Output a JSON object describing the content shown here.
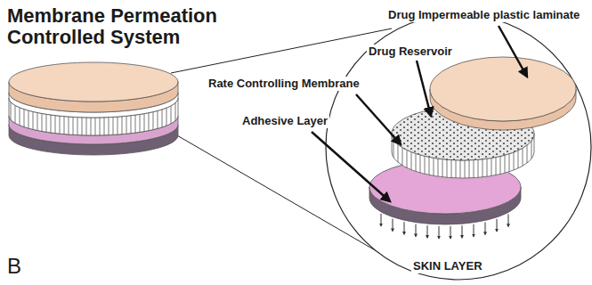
{
  "diagram": {
    "title": "Membrane Permeation Controlled System",
    "labels": [
      "Drug Impermeable plastic laminate",
      "Drug Reservoir",
      "Rate Controlling Membrane",
      "Adhesive Layer",
      "SKIN LAYER",
      "B"
    ]
  }
}
